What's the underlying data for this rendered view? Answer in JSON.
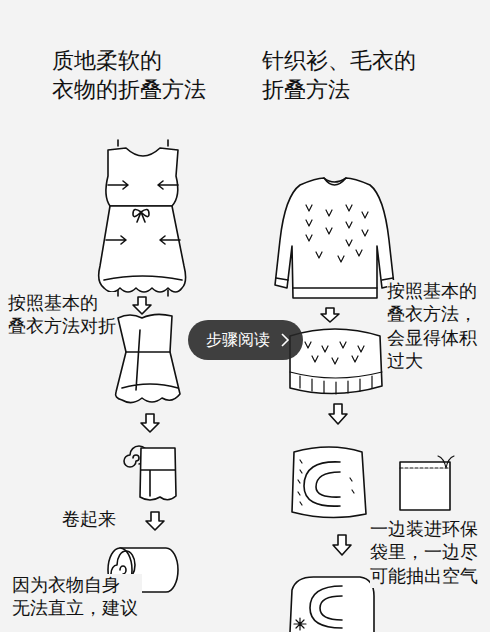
{
  "diagram": {
    "nodes": [
      {
        "text": [
          "步骤阅读"
        ]
      }
    ],
    "labels": [
      "质地柔软的 衣物的折叠方法",
      "针织衫、毛衣的 折叠方法",
      "按照基本的 叠衣方法对折",
      "按照基本的 叠衣方法， 会显得体积 过大",
      "卷起来",
      "一边装进环保 袋里，一边尽 可能抽出空气",
      "因为衣物自身 无法直立，建议"
    ]
  }
}
